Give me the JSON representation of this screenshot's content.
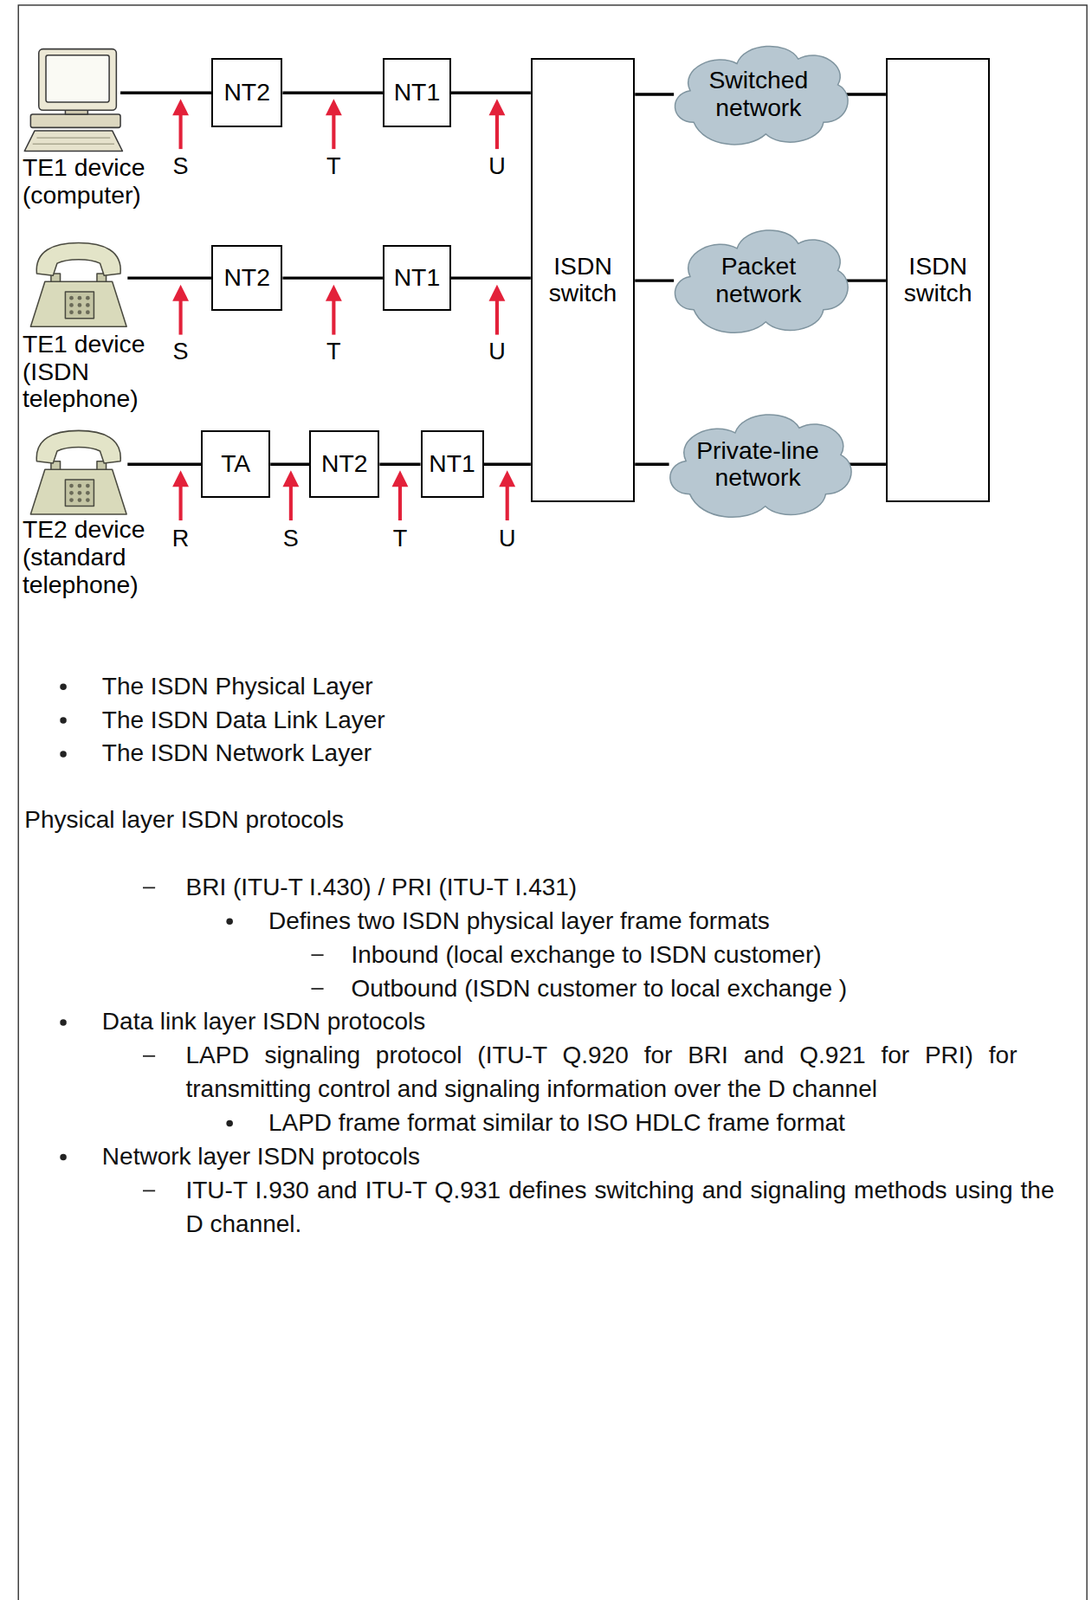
{
  "diagram": {
    "nodes": [
      {
        "text": [
          "TE1 device (computer)"
        ]
      },
      {
        "text": [
          "NT2"
        ]
      },
      {
        "text": [
          "NT1"
        ]
      },
      {
        "text": [
          "ISDN switch"
        ]
      },
      {
        "text": [
          "Switched network"
        ]
      },
      {
        "text": [
          "ISDN switch"
        ]
      },
      {
        "text": [
          "TE1 device (ISDN telephone)"
        ]
      },
      {
        "text": [
          "NT2"
        ]
      },
      {
        "text": [
          "NT1"
        ]
      },
      {
        "text": [
          "Packet network"
        ]
      },
      {
        "text": [
          "TE2 device (standard telephone)"
        ]
      },
      {
        "text": [
          "TA"
        ]
      },
      {
        "text": [
          "NT2"
        ]
      },
      {
        "text": [
          "NT1"
        ]
      },
      {
        "text": [
          "Private-line network"
        ]
      }
    ],
    "edges": [
      {
        "from": 0,
        "to": 1,
        "arrow": "none"
      },
      {
        "from": 1,
        "to": 2,
        "arrow": "none"
      },
      {
        "from": 2,
        "to": 3,
        "arrow": "none"
      },
      {
        "from": 3,
        "to": 4,
        "arrow": "none"
      },
      {
        "from": 4,
        "to": 5,
        "arrow": "none"
      },
      {
        "from": 6,
        "to": 7,
        "arrow": "none"
      },
      {
        "from": 7,
        "to": 8,
        "arrow": "none"
      },
      {
        "from": 8,
        "to": 3,
        "arrow": "none"
      },
      {
        "from": 3,
        "to": 9,
        "arrow": "none"
      },
      {
        "from": 9,
        "to": 5,
        "arrow": "none"
      },
      {
        "from": 10,
        "to": 11,
        "arrow": "none"
      },
      {
        "from": 11,
        "to": 12,
        "arrow": "none"
      },
      {
        "from": 12,
        "to": 13,
        "arrow": "none"
      },
      {
        "from": 13,
        "to": 3,
        "arrow": "none"
      },
      {
        "from": 3,
        "to": 14,
        "arrow": "none"
      },
      {
        "from": 14,
        "to": 5,
        "arrow": "none"
      }
    ],
    "labels": [
      "S",
      "T",
      "U",
      "S",
      "T",
      "U",
      "R",
      "S",
      "T",
      "U",
      "The ISDN Physical Layer",
      "The ISDN Data Link Layer",
      "The ISDN Network Layer",
      "Physical layer ISDN protocols",
      "BRI (ITU-T I.430) / PRI (ITU-T I.431)",
      "Defines two ISDN physical layer frame formats",
      "Inbound (local exchange to ISDN customer)",
      "Outbound (ISDN customer to local exchange )",
      "Data link layer ISDN protocols",
      "LAPD signaling protocol (ITU-T Q.920 for BRI and Q.921 for PRI) for transmitting control and signaling information over the D channel",
      "LAPD frame format similar to ISO HDLC frame format",
      "Network layer ISDN protocols",
      "ITU-T I.930 and ITU-T Q.931 defines switching and signaling methods using the D channel."
    ]
  }
}
